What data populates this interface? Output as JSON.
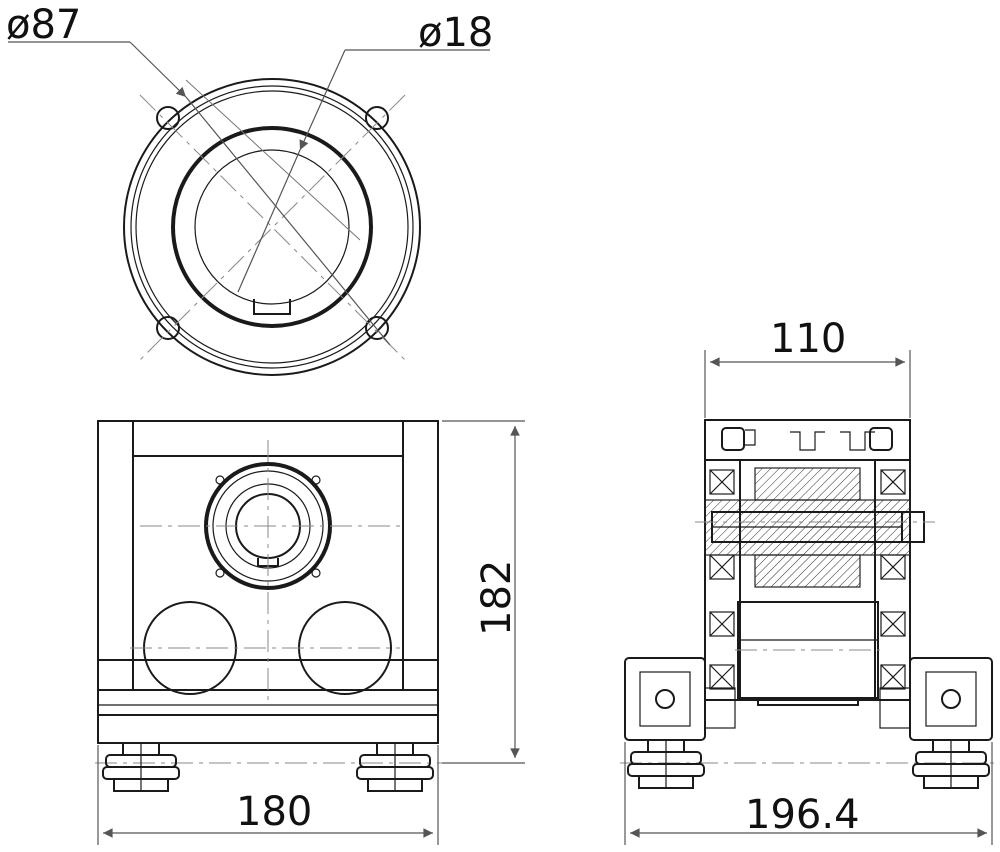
{
  "dimensions": {
    "d87": "ø87",
    "d18": "ø18",
    "w110": "110",
    "h182": "182",
    "w180": "180",
    "w196": "196.4"
  }
}
